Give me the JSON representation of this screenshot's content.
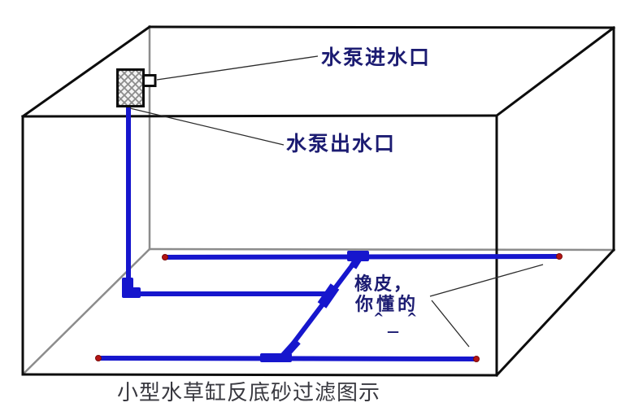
{
  "diagram": {
    "caption": "小型水草缸反底砂过滤图示",
    "labels": {
      "pump_inlet": "水泵进水口",
      "pump_outlet": "水泵出水口",
      "rubber_line1": "橡皮，",
      "rubber_line2": "你懂的",
      "rubber_eyes": "^ ^",
      "rubber_mouth": "—"
    },
    "colors": {
      "pipe_blue": "#1616cd",
      "dot_red": "#b41414",
      "label_navy": "#1c1c72",
      "edge_black": "#0d0d0d",
      "edge_gray": "#8c8c8c",
      "caption_gray": "#38383f",
      "pointer_line": "#2b2b2b"
    }
  }
}
